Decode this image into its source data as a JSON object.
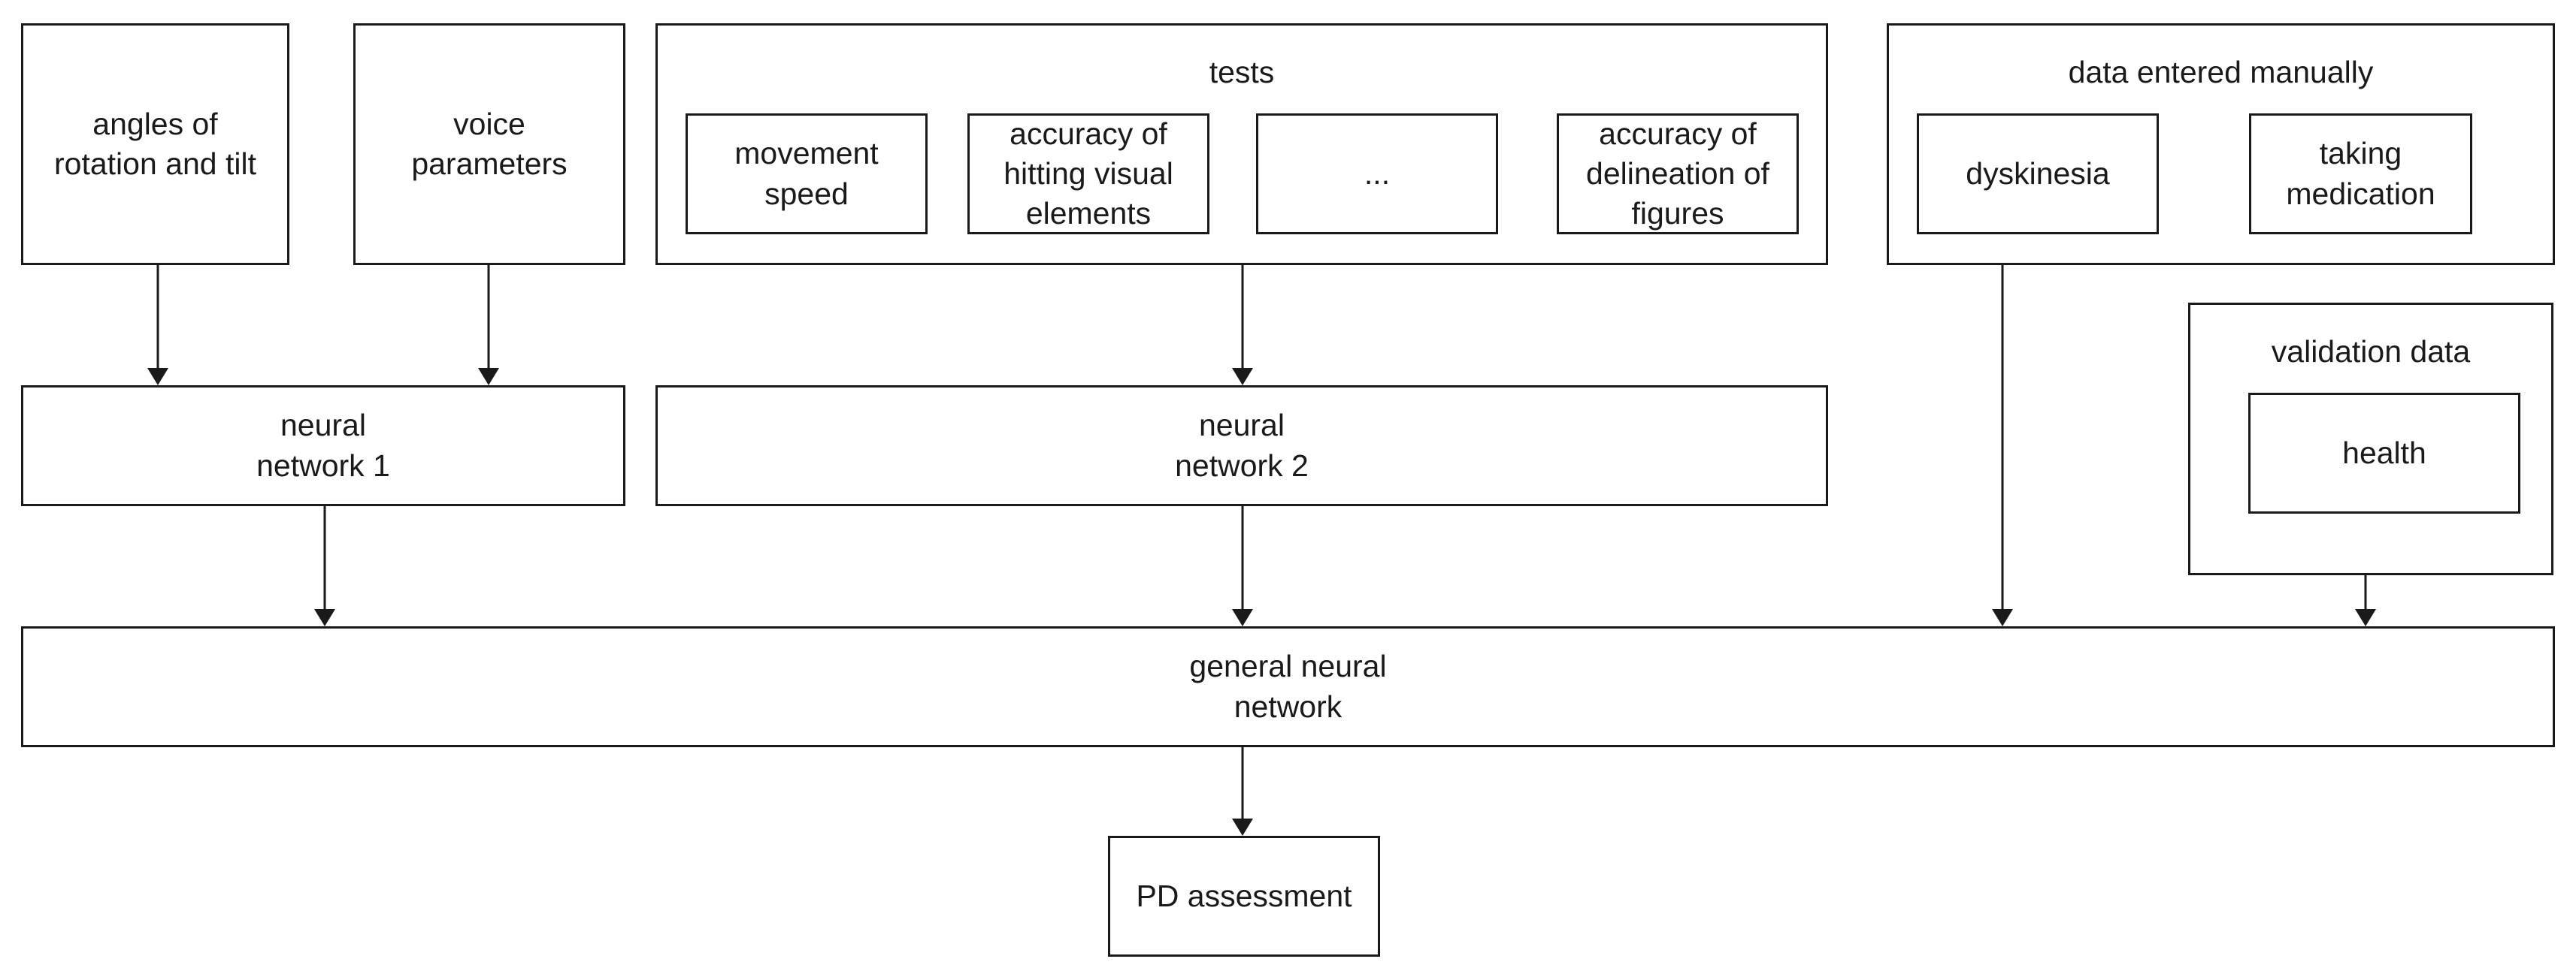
{
  "nodes": {
    "angles": "angles of\nrotation and tilt",
    "voice": "voice\nparameters",
    "tests_group": "tests",
    "movement_speed": "movement\nspeed",
    "accuracy_hitting": "accuracy of\nhitting visual\nelements",
    "ellipsis": "...",
    "accuracy_delineation": "accuracy of\ndelineation of\nfigures",
    "manual_group": "data entered manually",
    "dyskinesia": "dyskinesia",
    "taking_medication": "taking\nmedication",
    "validation_group": "validation data",
    "health": "health",
    "nn1": "neural\nnetwork 1",
    "nn2": "neural\nnetwork 2",
    "general_nn": "general neural\nnetwork",
    "pd_assessment": "PD assessment"
  },
  "edges": [
    {
      "from": "angles",
      "to": "nn1"
    },
    {
      "from": "voice",
      "to": "nn1"
    },
    {
      "from": "tests_group",
      "to": "nn2"
    },
    {
      "from": "nn1",
      "to": "general_nn"
    },
    {
      "from": "nn2",
      "to": "general_nn"
    },
    {
      "from": "manual_group",
      "to": "general_nn"
    },
    {
      "from": "validation_group",
      "to": "general_nn"
    },
    {
      "from": "general_nn",
      "to": "pd_assessment"
    }
  ]
}
